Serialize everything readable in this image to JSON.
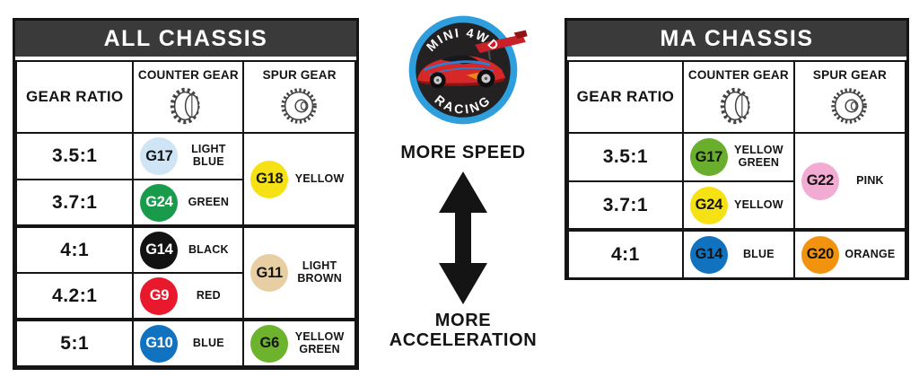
{
  "left_table": {
    "title": "ALL CHASSIS",
    "headers": {
      "ratio": "GEAR RATIO",
      "counter": "COUNTER GEAR",
      "spur": "SPUR GEAR"
    },
    "icons": {
      "counter": "counter-gear-icon",
      "spur": "spur-gear-icon"
    },
    "rows": [
      {
        "ratio": "3.5:1",
        "chip": "G17",
        "chip_name": "LIGHT BLUE",
        "chip_bg": "#cfe5f5",
        "chip_fg": "#141414"
      },
      {
        "ratio": "3.7:1",
        "chip": "G24",
        "chip_name": "GREEN",
        "chip_bg": "#189b4a",
        "chip_fg": "#ffffff"
      },
      {
        "ratio": "4:1",
        "chip": "G14",
        "chip_name": "BLACK",
        "chip_bg": "#121212",
        "chip_fg": "#ffffff"
      },
      {
        "ratio": "4.2:1",
        "chip": "G9",
        "chip_name": "RED",
        "chip_bg": "#e8192c",
        "chip_fg": "#ffffff"
      },
      {
        "ratio": "5:1",
        "chip": "G10",
        "chip_name": "BLUE",
        "chip_bg": "#1173c0",
        "chip_fg": "#ffffff"
      }
    ],
    "spur": [
      {
        "chip": "G18",
        "chip_name": "YELLOW",
        "chip_bg": "#f6e214",
        "chip_fg": "#141414"
      },
      {
        "chip": "G11",
        "chip_name": "LIGHT BROWN",
        "chip_bg": "#e8cfa3",
        "chip_fg": "#141414"
      },
      {
        "chip": "G6",
        "chip_name": "YELLOW GREEN",
        "chip_bg": "#6db32e",
        "chip_fg": "#141414"
      }
    ]
  },
  "right_table": {
    "title": "MA CHASSIS",
    "headers": {
      "ratio": "GEAR RATIO",
      "counter": "COUNTER GEAR",
      "spur": "SPUR GEAR"
    },
    "icons": {
      "counter": "counter-gear-icon",
      "spur": "spur-gear-icon"
    },
    "rows": [
      {
        "ratio": "3.5:1",
        "chip": "G17",
        "chip_name": "YELLOW GREEN",
        "chip_bg": "#6aae2e",
        "chip_fg": "#141414"
      },
      {
        "ratio": "3.7:1",
        "chip": "G24",
        "chip_name": "YELLOW",
        "chip_bg": "#f6e214",
        "chip_fg": "#141414"
      },
      {
        "ratio": "4:1",
        "chip": "G14",
        "chip_name": "BLUE",
        "chip_bg": "#1173c0",
        "chip_fg": "#141414"
      }
    ],
    "spur": [
      {
        "chip": "G22",
        "chip_name": "PINK",
        "chip_bg": "#f2abd2",
        "chip_fg": "#141414"
      },
      {
        "chip": "G20",
        "chip_name": "ORANGE",
        "chip_bg": "#f2930f",
        "chip_fg": "#141414"
      }
    ]
  },
  "center": {
    "logo": {
      "arc_top": "MINI 4WD",
      "arc_bottom": "RACING",
      "ring_color": "#2e9edd",
      "inner_color": "#232122"
    },
    "speed_label": "MORE SPEED",
    "accel_label": "MORE ACCELERATION",
    "arrow_color": "#141414"
  }
}
